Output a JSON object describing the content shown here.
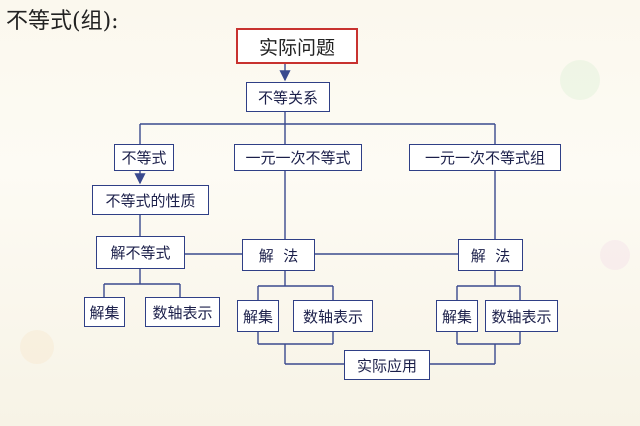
{
  "title": "不等式(组):",
  "nodes": {
    "problem": "实际问题",
    "relation": "不等关系",
    "inequality": "不等式",
    "linear_inequality": "一元一次不等式",
    "linear_system": "一元一次不等式组",
    "properties": "不等式的性质",
    "solve": "解不等式",
    "method_mid": "解  法",
    "method_right": "解  法",
    "solution_set_left": "解集",
    "numberline_left": "数轴表示",
    "solution_set_mid": "解集",
    "numberline_mid": "数轴表示",
    "solution_set_right": "解集",
    "numberline_right": "数轴表示",
    "application": "实际应用"
  },
  "colors": {
    "border": "#2f3f86",
    "top_border": "#c8322f",
    "line": "#3a4a8e"
  }
}
